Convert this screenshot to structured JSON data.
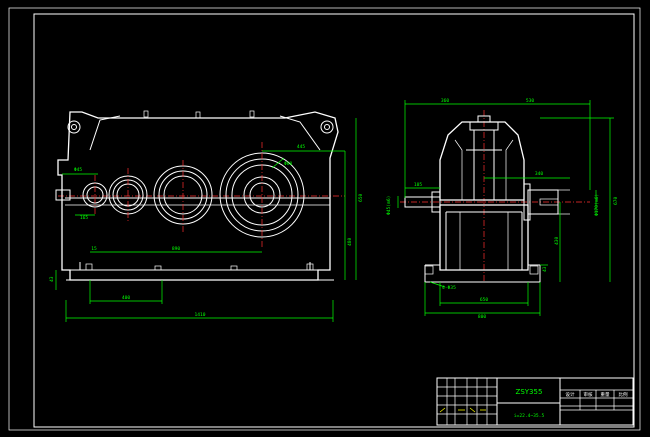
{
  "front_view": {
    "dims": {
      "width_overall": "1410",
      "center_1": "890",
      "left_shaft": "Φ45",
      "shaft_ext": "165",
      "foot_span": "400",
      "offset_top": "445",
      "bore": "Φ80",
      "side_height": "480",
      "side_upper": "650",
      "foot_thk": "43",
      "small_15": "15"
    }
  },
  "side_view": {
    "dims": {
      "top_left": "360",
      "top_right": "530",
      "shaft_right": "340",
      "input_dia": "Φ45(m6)",
      "output_dia": "Φ170(m6)",
      "small_left": "105",
      "right_height": "670",
      "center_height": "430",
      "foot_thk": "43",
      "bolt": "4-Φ35",
      "base_inner": "650",
      "base_outer": "800"
    }
  },
  "title_block": {
    "model": "ZSY355",
    "ratio": "i=22.4~35.5",
    "label_a": "设计",
    "label_b": "审核",
    "label_c": "重量",
    "label_d": "比例"
  }
}
